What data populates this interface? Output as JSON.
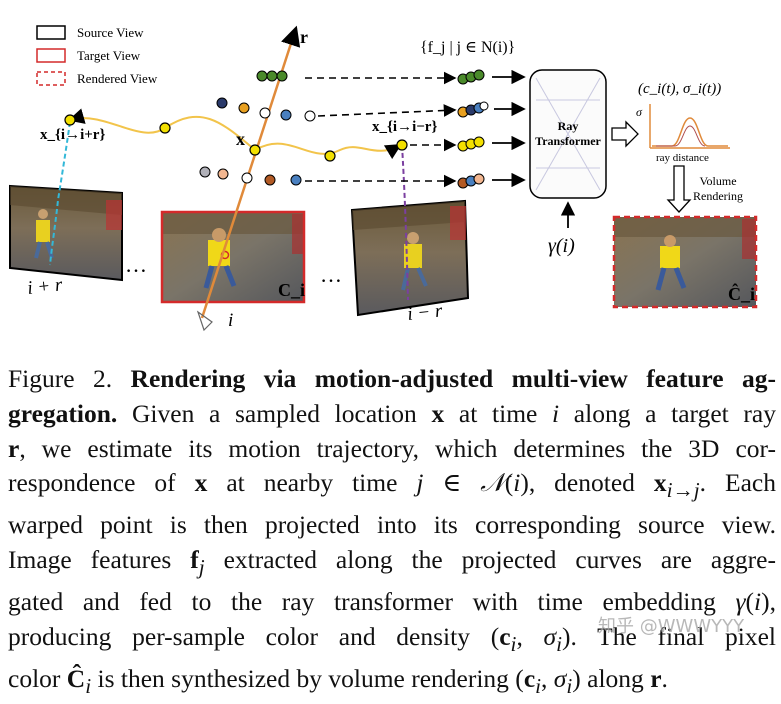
{
  "legend": {
    "source": "Source View",
    "target": "Target View",
    "rendered": "Rendered View"
  },
  "figure_labels": {
    "ray": "r",
    "features": "{f_j | j ∈ N(i)}",
    "x": "x",
    "x_plus": "x_{i→i+r}",
    "x_minus": "x_{i→i−r}",
    "transformer_line1": "Ray",
    "transformer_line2": "Transformer",
    "gamma": "γ(i)",
    "output": "(c_i(t), σ_i(t))",
    "sigma": "σ",
    "ray_distance": "ray distance",
    "volume_line1": "Volume",
    "volume_line2": "Rendering",
    "view_left": "i + r",
    "view_center": "i",
    "view_right": "i − r",
    "ci": "C_i",
    "ci_hat": "Ĉ_i",
    "dots": "…"
  },
  "caption": {
    "figure_number": "Figure 2.",
    "title": "Rendering via motion-adjusted multi-view feature aggregation.",
    "body": "Given a sampled location x at time i along a target ray r, we estimate its motion trajectory, which determines the 3D correspondence of x at nearby time j ∈ N(i), denoted x_{i→j}. Each warped point is then projected into its corresponding source view. Image features f_j extracted along the projected curves are aggregated and fed to the ray transformer with time embedding γ(i), producing per-sample color and density (c_i, σ_i). The final pixel color Ĉ_i is then synthesized by volume rendering (c_i, σ_i) along r."
  },
  "watermark": "知乎 @WWWYYY",
  "colors": {
    "ray": "#e08a3a",
    "trajectory": "#f2c44b",
    "target_border": "#d42a2a",
    "left_ray": "#33b8d8",
    "right_ray": "#7b3fa0",
    "green": "#4a8a2a",
    "navy": "#2a3a6a",
    "blue": "#4a80c0",
    "yellow": "#f3e000",
    "grey": "#b0b0b8",
    "brown": "#b25a25",
    "peach": "#f2b690"
  }
}
